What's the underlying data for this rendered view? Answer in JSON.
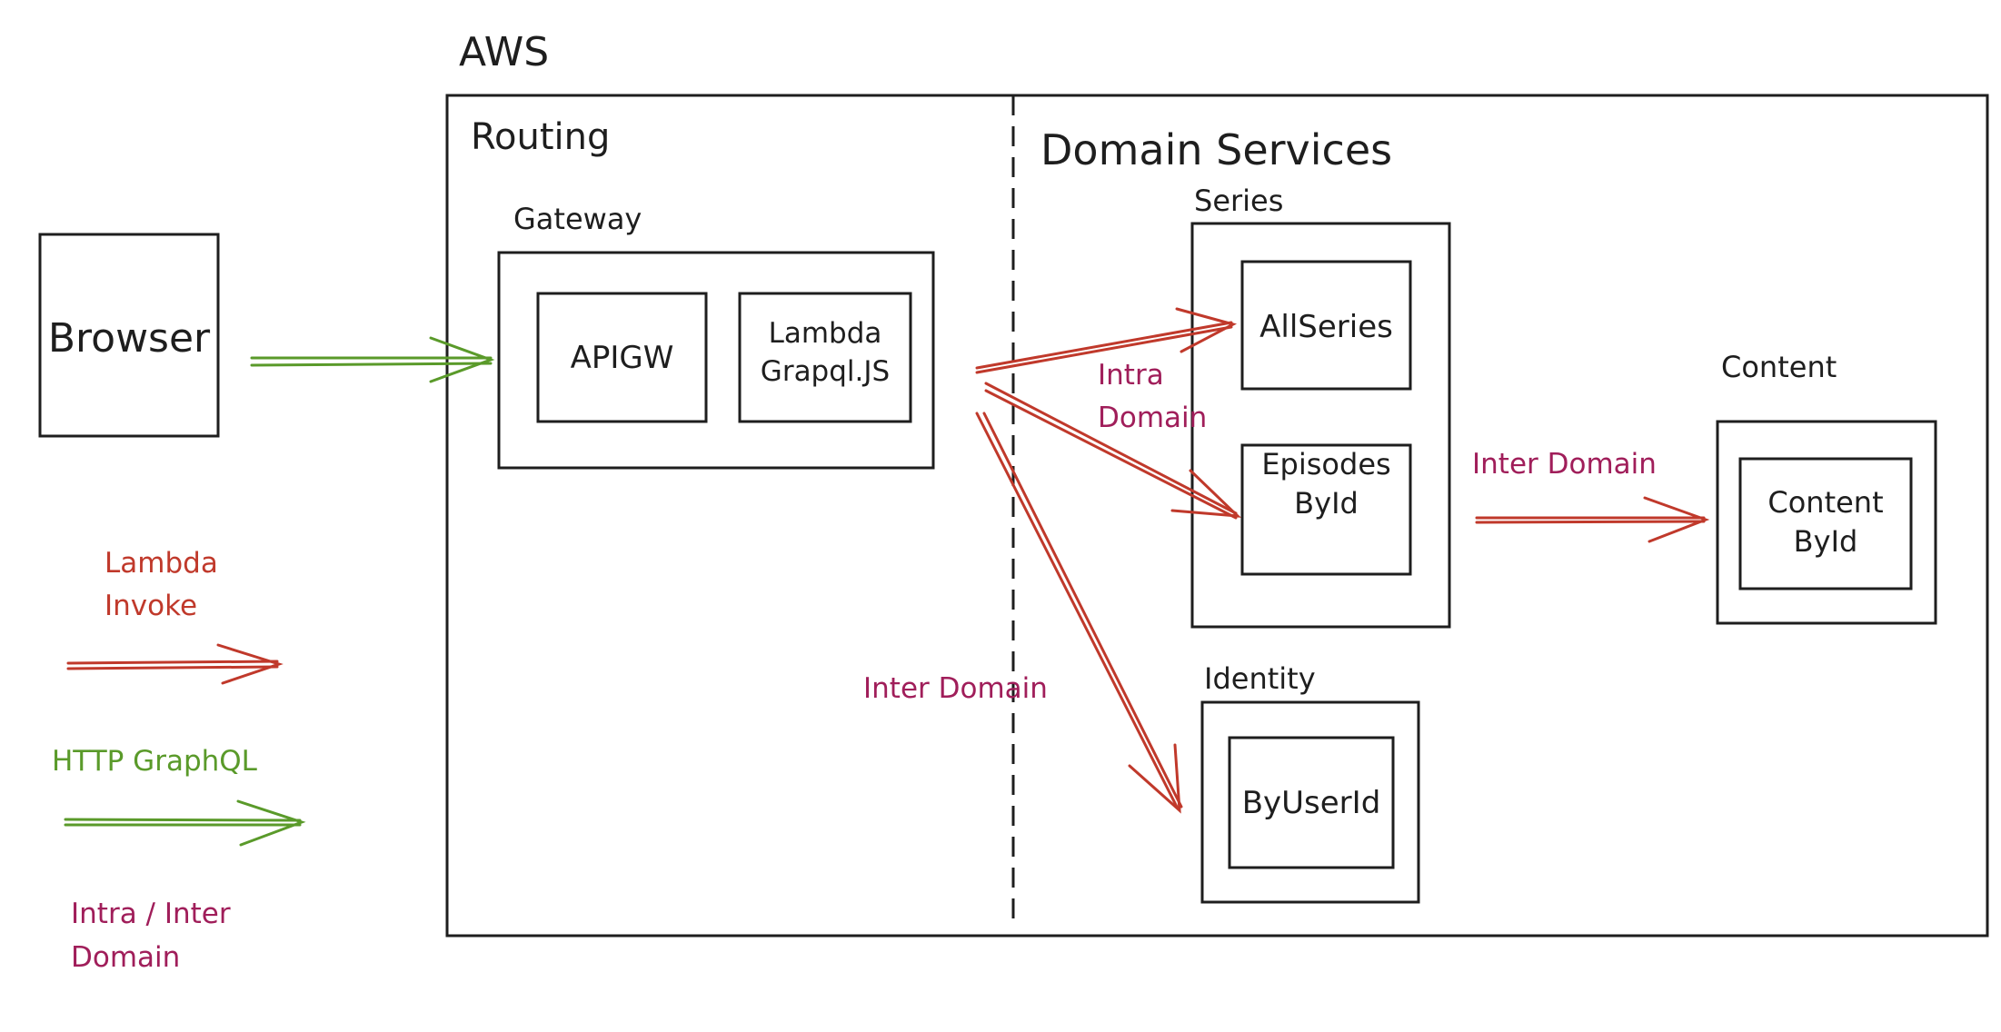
{
  "aws_label": "AWS",
  "routing_label": "Routing",
  "domain_services_label": "Domain Services",
  "gateway_label": "Gateway",
  "apigw_label": "APIGW",
  "lambda_label": "Lambda\nGrapql.JS",
  "browser_label": "Browser",
  "series_label": "Series",
  "all_series_label": "AllSeries",
  "episodes_label": "Episodes\nById",
  "content_label": "Content",
  "content_by_id_label": "Content\nById",
  "identity_label": "Identity",
  "by_user_id_label": "ByUserId",
  "intra_domain_label": "Intra\nDomain",
  "inter_domain_label_1": "Inter Domain",
  "inter_domain_label_2": "Inter Domain",
  "legend": {
    "lambda_invoke": "Lambda\nInvoke",
    "http_graphql": "HTTP GraphQL",
    "intra_inter": "Intra / Inter\nDomain"
  },
  "colors": {
    "ink": "#1e1e1e",
    "lambda_red": "#c0392b",
    "http_green": "#5a9a2a",
    "domain_purple": "#a01e5a"
  }
}
